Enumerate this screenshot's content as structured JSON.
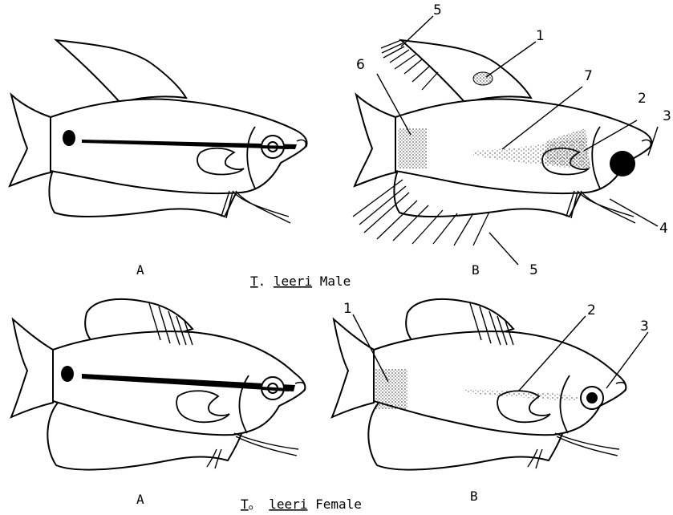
{
  "figure": {
    "male_caption": {
      "genus": "T",
      "sep": ". ",
      "species": "leeri",
      "sex": " Male"
    },
    "female_caption": {
      "genus": "T",
      "sep": "。 ",
      "species": "leeri",
      "sex": " Female"
    },
    "panel_letters": {
      "male_a": "A",
      "male_b": "B",
      "female_a": "A",
      "female_b": "B"
    },
    "male_b_callouts": [
      "1",
      "2",
      "3",
      "4",
      "5",
      "5",
      "6",
      "7"
    ],
    "female_b_callouts": [
      "1",
      "2",
      "3"
    ]
  },
  "colors": {
    "ink": "#000000",
    "paper": "#ffffff",
    "stipple": "#333333"
  }
}
